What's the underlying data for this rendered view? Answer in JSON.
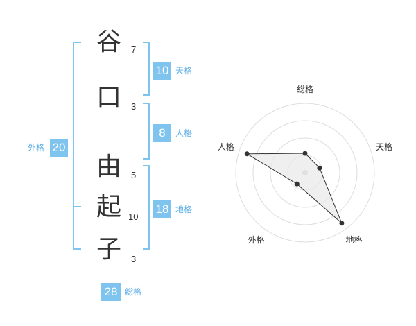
{
  "name": {
    "characters": [
      {
        "char": "谷",
        "strokes": "7"
      },
      {
        "char": "口",
        "strokes": "3"
      },
      {
        "char": "由",
        "strokes": "5"
      },
      {
        "char": "起",
        "strokes": "10"
      },
      {
        "char": "子",
        "strokes": "3"
      }
    ]
  },
  "fortunes": {
    "tenkaku": {
      "value": "10",
      "label": "天格"
    },
    "jinkaku": {
      "value": "8",
      "label": "人格"
    },
    "chikaku": {
      "value": "18",
      "label": "地格"
    },
    "gaikaku": {
      "value": "20",
      "label": "外格"
    },
    "soukaku": {
      "value": "28",
      "label": "総格"
    }
  },
  "chart_data": {
    "type": "radar",
    "axes": [
      "総格",
      "天格",
      "地格",
      "外格",
      "人格"
    ],
    "values": [
      0.28,
      0.22,
      0.9,
      0.2,
      0.88
    ],
    "rings": 4,
    "colors": {
      "fill": "#e8e8e8",
      "line": "#333333",
      "grid": "#dddddd",
      "center": "#cccccc"
    }
  },
  "colors": {
    "accent": "#7fc4ee",
    "accent_text": "#5aaee6"
  }
}
